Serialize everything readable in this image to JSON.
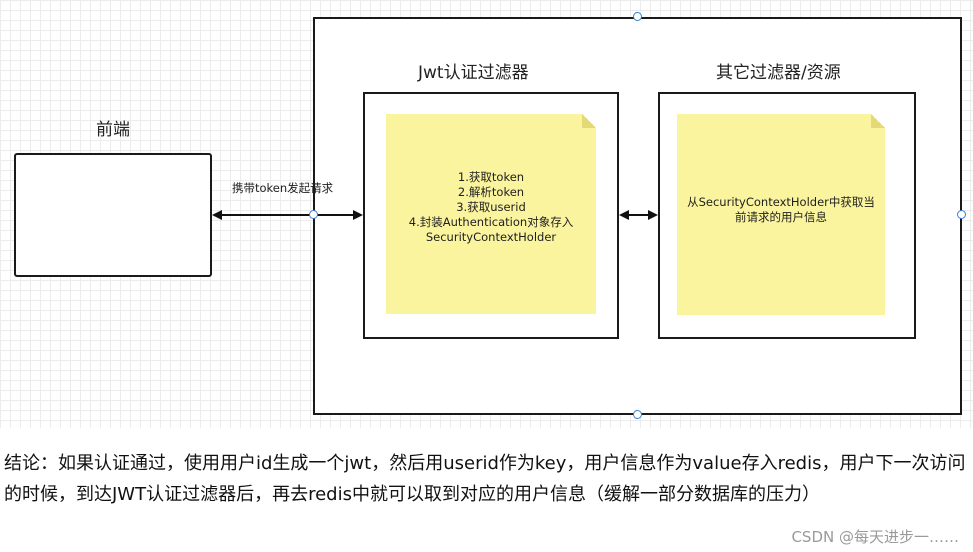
{
  "diagram": {
    "frontend_label": "前端",
    "jwt_filter_label": "Jwt认证过滤器",
    "other_filter_label": "其它过滤器/资源",
    "arrow_label": "携带token发起请求",
    "jwt_note_lines": [
      "1.获取token",
      "2.解析token",
      "3.获取userid",
      "4.封装Authentication对象存入",
      "SecurityContextHolder"
    ],
    "other_note_lines": [
      "从SecurityContextHolder中获取当",
      "前请求的用户信息"
    ]
  },
  "conclusion": "结论：如果认证通过，使用用户id生成一个jwt，然后用userid作为key，用户信息作为value存入redis，用户下一次访问的时候，到达JWT认证过滤器后，再去redis中就可以取到对应的用户信息（缓解一部分数据库的压力）",
  "watermark": "CSDN @每天进步一……"
}
